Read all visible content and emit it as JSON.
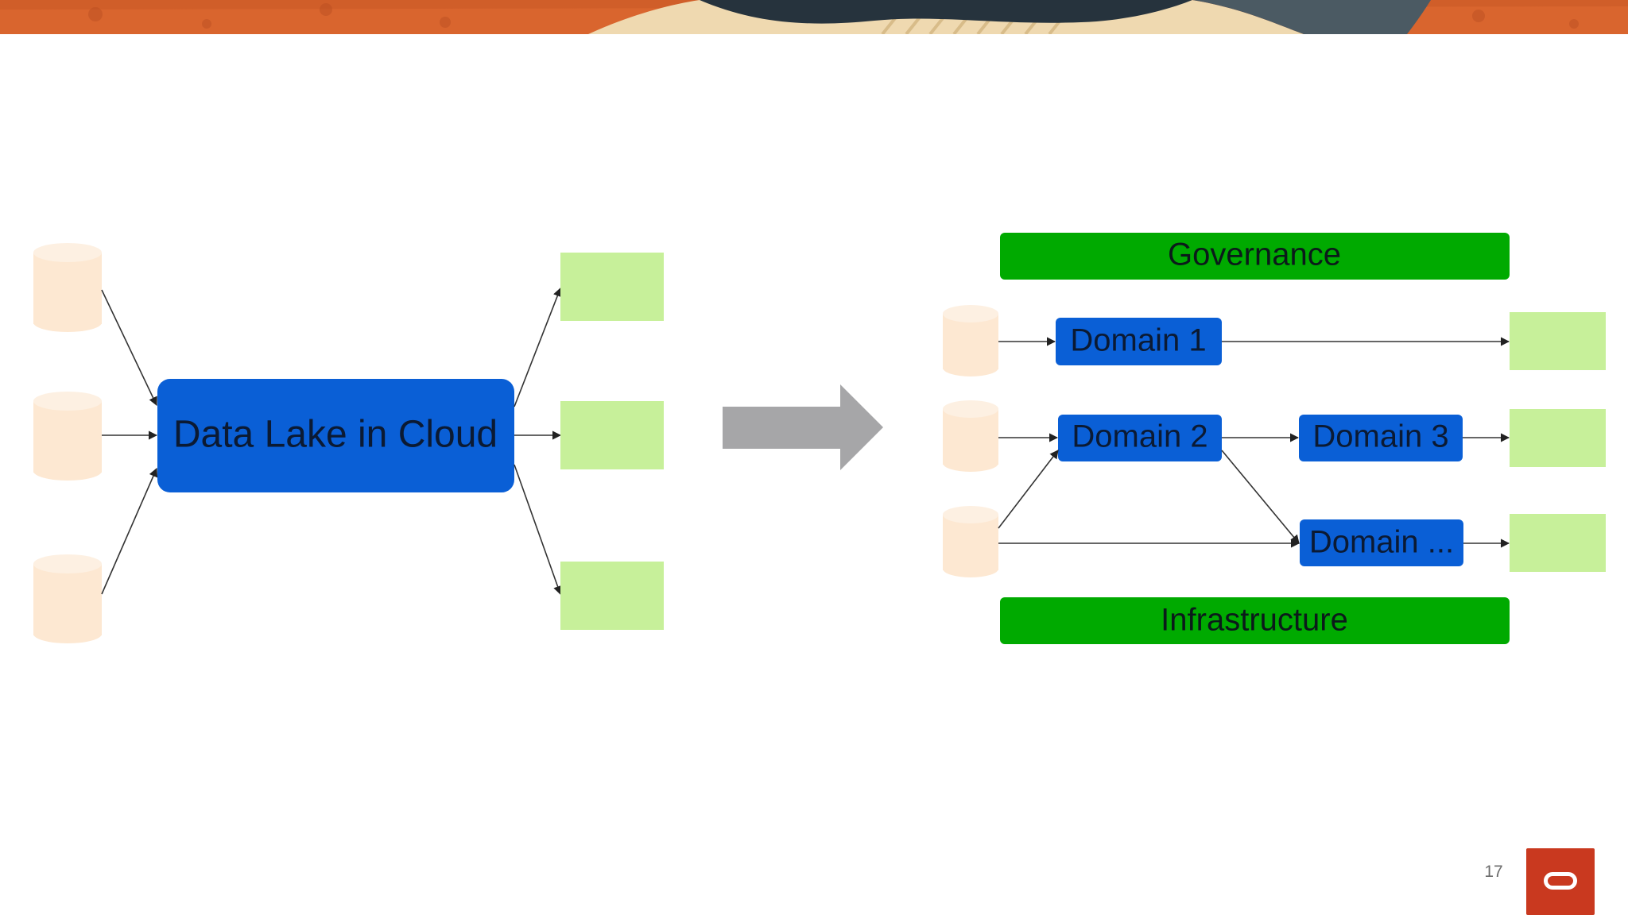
{
  "diagram": {
    "left": {
      "center_label": "Data Lake in Cloud"
    },
    "right": {
      "top_bar": "Governance",
      "bottom_bar": "Infrastructure",
      "domains": [
        "Domain 1",
        "Domain 2",
        "Domain 3",
        "Domain ..."
      ]
    }
  },
  "colors": {
    "banner_orange": "#d9652e",
    "source_cylinder": "#fde8d2",
    "output_box": "#c7f09a",
    "domain_blue": "#0a5fd6",
    "bar_green": "#00aa00",
    "arrow_gray": "#a6a6a8",
    "logo_red": "#c9391f"
  },
  "footer": {
    "page_number": "17",
    "logo_icon": "oracle-ring-logo"
  }
}
